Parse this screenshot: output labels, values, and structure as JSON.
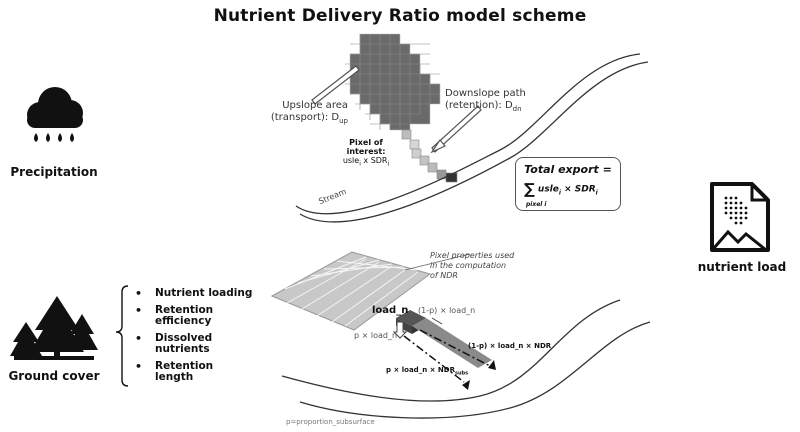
{
  "title": "Nutrient Delivery Ratio model scheme",
  "left_panel": {
    "precipitation_label": "Precipitation",
    "ground_cover_label": "Ground cover",
    "ground_cover_items": [
      "Nutrient loading",
      "Retention efficiency",
      "Dissolved nutrients",
      "Retention length"
    ]
  },
  "right_panel": {
    "nutrient_load_label": "nutrient load"
  },
  "upper_diagram": {
    "upslope_label_1": "Upslope area",
    "upslope_label_2": "(transport): D",
    "upslope_sub": "up",
    "downslope_label_1": "Downslope path",
    "downslope_label_2": "(retention): D",
    "downslope_sub": "dn",
    "pixel_label_1": "Pixel of",
    "pixel_label_2": "interest:",
    "pixel_label_3": "usle",
    "pixel_label_3_sub": "i",
    "pixel_label_3_rest": " x SDR",
    "pixel_label_3_sub2": "i",
    "stream_label": "Stream",
    "total_export_title": "Total export =",
    "total_export_sum": "∑",
    "total_export_expr": "usle",
    "total_export_expr_sub": "i",
    "total_export_times": " × SDR",
    "total_export_times_sub": "i",
    "total_export_sum_sub": "pixel i"
  },
  "lower_diagram": {
    "pixel_props_1": "Pixel properties used",
    "pixel_props_2": "in the computation",
    "pixel_props_3": "of NDR",
    "load_n": "load_n",
    "one_minus_p_load": "(1-p) × load_n",
    "p_load": "p × load_n",
    "surface_ndr": "(1-p) × load_n × NDR",
    "subsurface_ndr": "p × load_n × NDR",
    "subsurface_ndr_sub": "subs",
    "footnote": "p=proportion_subsurface"
  },
  "icons": [
    "rain-cloud-icon",
    "trees-icon",
    "document-chart-icon"
  ]
}
